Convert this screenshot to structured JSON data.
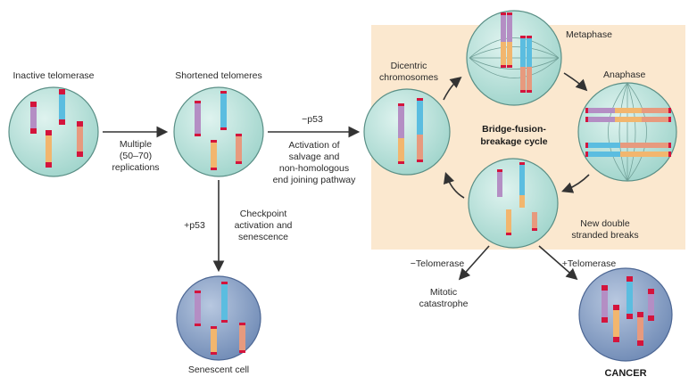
{
  "labels": {
    "inactive_telomerase": "Inactive telomerase",
    "shortened_telomeres": "Shortened telomeres",
    "multiple_line1": "Multiple",
    "multiple_line2": "(50–70)",
    "multiple_line3": "replications",
    "minus_p53": "−p53",
    "activation_line1": "Activation of",
    "activation_line2": "salvage and",
    "activation_line3": "non-homologous",
    "activation_line4": "end joining pathway",
    "plus_p53": "+p53",
    "checkpoint_line1": "Checkpoint",
    "checkpoint_line2": "activation and",
    "checkpoint_line3": "senescence",
    "senescent_cell": "Senescent cell",
    "dicentric_line1": "Dicentric",
    "dicentric_line2": "chromosomes",
    "metaphase": "Metaphase",
    "anaphase": "Anaphase",
    "bfb_line1": "Bridge-fusion-",
    "bfb_line2": "breakage cycle",
    "new_double_line1": "New double",
    "new_double_line2": "stranded breaks",
    "minus_telomerase": "−Telomerase",
    "plus_telomerase": "+Telomerase",
    "mitotic_line1": "Mitotic",
    "mitotic_line2": "catastrophe",
    "cancer": "CANCER"
  },
  "colors": {
    "cell_fill": "#b9e3dc",
    "senescent_fill": "#8da6c9",
    "panel_bg": "#fbe8cf",
    "telomere": "#d4143c",
    "chrom_purple": "#b48ec4",
    "chrom_blue": "#5bbde0",
    "chrom_orange": "#f2b66e",
    "chrom_salmon": "#e79a7e",
    "arrow": "#333333"
  },
  "icons": [
    "arrow-right-icon",
    "arrow-down-icon",
    "cycle-arrow-icon"
  ]
}
